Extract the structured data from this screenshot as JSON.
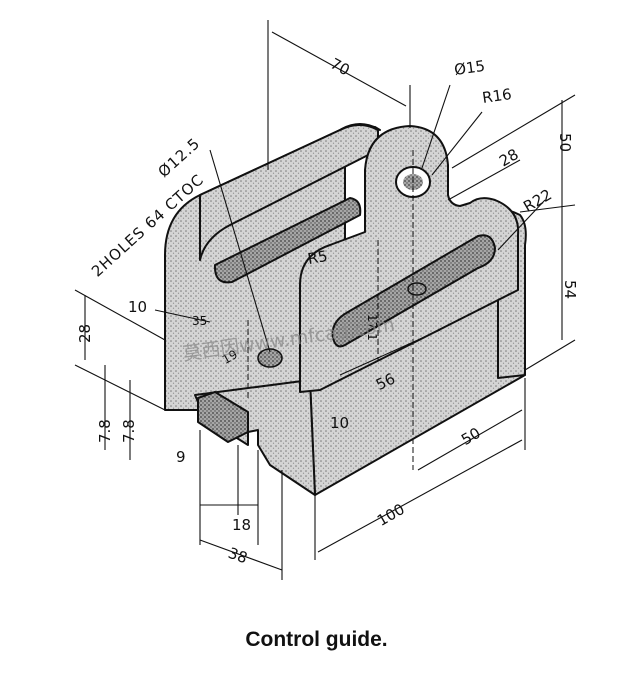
{
  "caption": "Control guide.",
  "watermark": "莫西因www.mfcad.com",
  "notes": {
    "holes_line1": "Ø12.5",
    "holes_line2": "2HOLES  64 CTOC"
  },
  "dimensions": {
    "d70": "70",
    "d15": "Ø15",
    "r16": "R16",
    "d50_top": "50",
    "d28_top": "28",
    "r22": "R22",
    "d54": "54",
    "r5": "R5",
    "d10_left": "10",
    "d35": "35",
    "d28_left": "28",
    "d19": "19",
    "d17": "17.1",
    "d56": "56",
    "d10_mid": "10",
    "d78_a": "7.8",
    "d78_b": "7.8",
    "d9": "9",
    "d50_bottom": "50",
    "d100": "100",
    "d18": "18",
    "d38": "38"
  },
  "colors": {
    "ink": "#111111",
    "shade": "#9a9a9a"
  }
}
